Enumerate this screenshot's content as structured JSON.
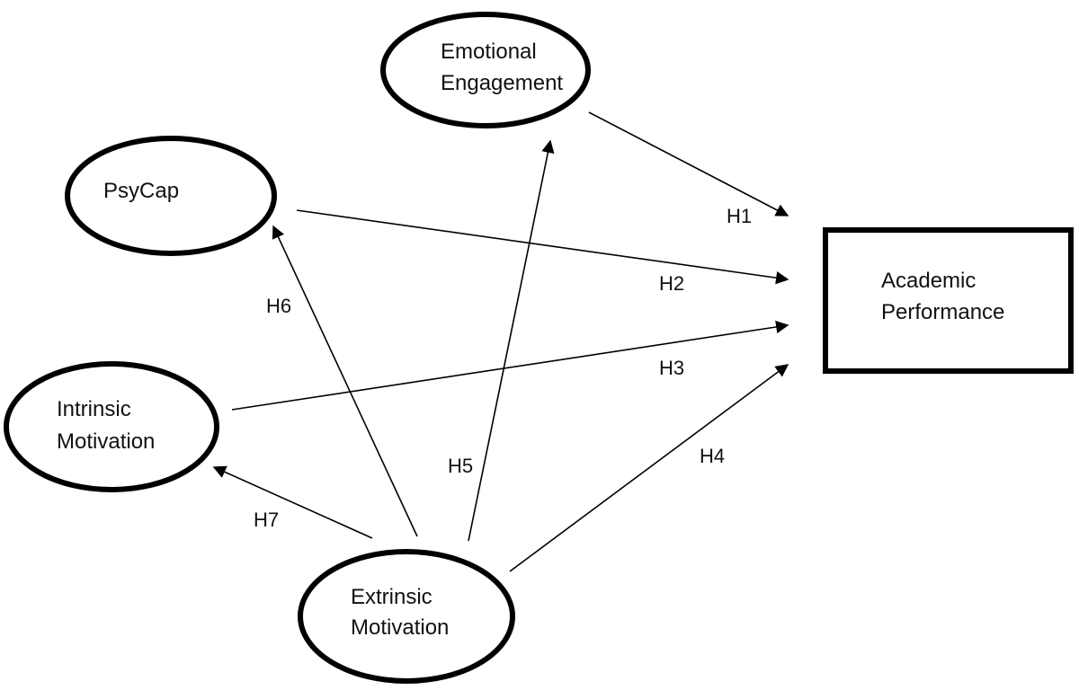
{
  "diagram": {
    "nodes": {
      "emotional_engagement": {
        "line1": "Emotional",
        "line2": "Engagement"
      },
      "psycap": {
        "line1": "PsyCap"
      },
      "intrinsic_motivation": {
        "line1": "Intrinsic",
        "line2": "Motivation"
      },
      "extrinsic_motivation": {
        "line1": "Extrinsic",
        "line2": "Motivation"
      },
      "academic_performance": {
        "line1": "Academic",
        "line2": "Performance"
      }
    },
    "edges": [
      {
        "id": "h1",
        "label": "H1",
        "from": "emotional_engagement",
        "to": "academic_performance"
      },
      {
        "id": "h2",
        "label": "H2",
        "from": "psycap",
        "to": "academic_performance"
      },
      {
        "id": "h3",
        "label": "H3",
        "from": "intrinsic_motivation",
        "to": "academic_performance"
      },
      {
        "id": "h4",
        "label": "H4",
        "from": "extrinsic_motivation",
        "to": "academic_performance"
      },
      {
        "id": "h5",
        "label": "H5",
        "from": "extrinsic_motivation",
        "to": "emotional_engagement"
      },
      {
        "id": "h6",
        "label": "H6",
        "from": "extrinsic_motivation",
        "to": "psycap"
      },
      {
        "id": "h7",
        "label": "H7",
        "from": "extrinsic_motivation",
        "to": "intrinsic_motivation"
      }
    ]
  }
}
